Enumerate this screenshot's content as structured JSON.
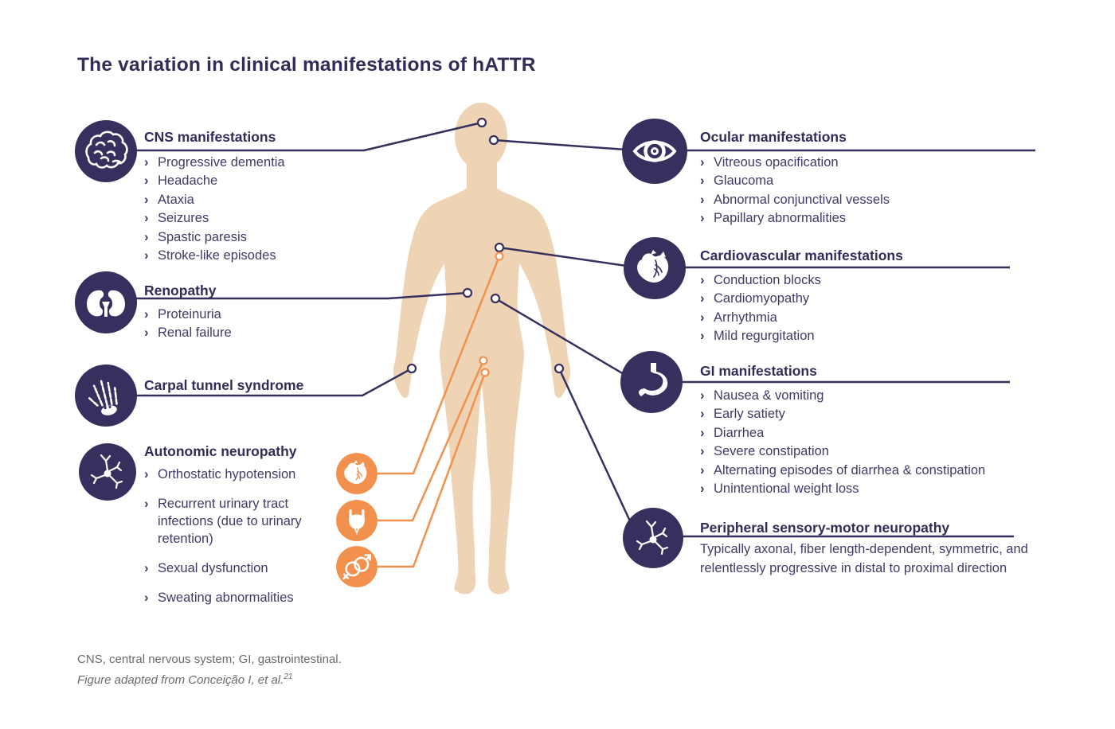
{
  "title": "The variation in clinical manifestations of hATTR",
  "bullet": "›",
  "colors": {
    "navy": "#37305e",
    "orange": "#f2914e",
    "skin": "#eed3b4",
    "text": "#413a66",
    "footer_gray": "#6a6a6a"
  },
  "sections": {
    "cns": {
      "heading": "CNS manifestations",
      "icon": "brain-icon",
      "items": [
        "Progressive dementia",
        "Headache",
        "Ataxia",
        "Seizures",
        "Spastic paresis",
        "Stroke-like episodes"
      ]
    },
    "renopathy": {
      "heading": "Renopathy",
      "icon": "kidney-icon",
      "items": [
        "Proteinuria",
        "Renal failure"
      ]
    },
    "carpal": {
      "heading": "Carpal tunnel syndrome",
      "icon": "skeletal-hand-icon",
      "items": []
    },
    "autonomic": {
      "heading": "Autonomic neuropathy",
      "icon": "neuron-icon",
      "items": [
        "Orthostatic hypotension",
        "Recurrent urinary tract infections (due to urinary retention)",
        "Sexual dysfunction",
        "Sweating abnormalities"
      ]
    },
    "ocular": {
      "heading": "Ocular manifestations",
      "icon": "eye-icon",
      "items": [
        "Vitreous opacification",
        "Glaucoma",
        "Abnormal conjunctival vessels",
        "Papillary abnormalities"
      ]
    },
    "cardiovascular": {
      "heading": "Cardiovascular manifestations",
      "icon": "heart-icon",
      "items": [
        "Conduction blocks",
        "Cardiomyopathy",
        "Arrhythmia",
        "Mild regurgitation"
      ]
    },
    "gi": {
      "heading": "GI manifestations",
      "icon": "stomach-icon",
      "items": [
        "Nausea & vomiting",
        "Early satiety",
        "Diarrhea",
        "Severe constipation",
        "Alternating episodes of diarrhea & constipation",
        "Unintentional weight loss"
      ]
    },
    "peripheral": {
      "heading": "Peripheral sensory-motor neuropathy",
      "icon": "nerve-icon",
      "description": "Typically axonal, fiber length-dependent, symmetric, and relentlessly progressive in distal to proximal direction"
    }
  },
  "body_markers": [
    "heart-small-icon",
    "bladder-icon",
    "gender-symbols-icon"
  ],
  "footer": {
    "abbreviations": "CNS, central nervous system; GI, gastrointestinal.",
    "credit": "Figure adapted from Conceição I, et al.",
    "credit_superscript": "21"
  }
}
